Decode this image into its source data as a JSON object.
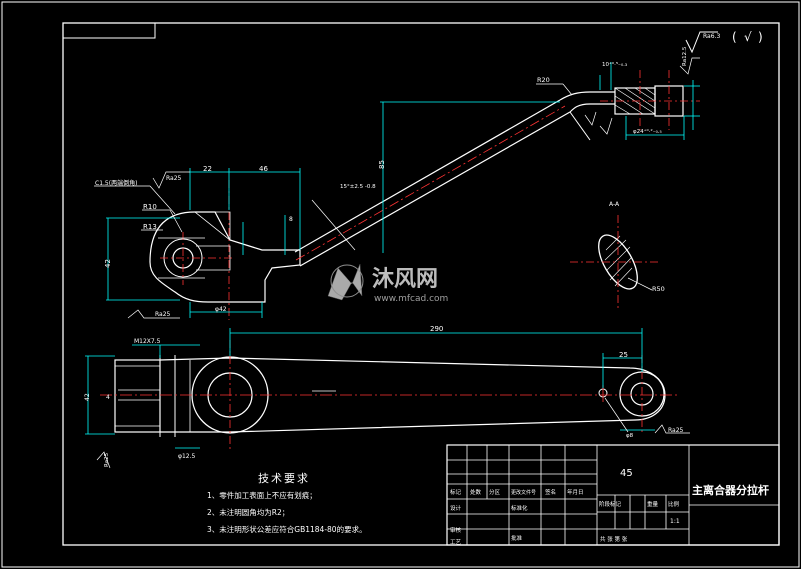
{
  "drawing": {
    "title_block": {
      "material": "45",
      "part_name": "主离合器分拉杆",
      "scale": "1:1",
      "row_labels": [
        "标记",
        "处数",
        "分区",
        "更改文件号",
        "签名",
        "年月日"
      ],
      "design": "设计",
      "standard": "标准化",
      "review": "审核",
      "process": "工艺",
      "approve": "批准",
      "stage_mark": "阶段标记",
      "weight": "重量",
      "ratio": "比例",
      "sheets": "共 张 第 张"
    },
    "tech_req": {
      "title": "技术要求",
      "items": [
        "1、零件加工表面上不应有划痕；",
        "2、未注明圆角均为R2；",
        "3、未注明形状公差应符合GB1184-80的要求。"
      ]
    },
    "roughness": {
      "corner": "Ra6.3",
      "corner_paren_open": "(",
      "corner_check": "√",
      "corner_paren_close": ")",
      "r25": "Ra25",
      "r125": "Ra12.5"
    },
    "dims": {
      "d22": "22",
      "d46": "46",
      "d85": "85",
      "d290": "290",
      "d25": "25",
      "c15": "C1.5(两端倒角)",
      "r10": "R10",
      "r13": "R13",
      "r20": "R20",
      "r50": "R50",
      "phi42": "φ42",
      "dim_42": "42",
      "dim_8": "8",
      "d10_tol": "10⁺⁰·⁵₋₀.₃",
      "d24_tol": "φ24⁺⁰·²₋₀.₅",
      "angle_15": "15°±2.5 -0.8",
      "m12": "M12X7.5",
      "phi12_5": "φ12.5",
      "phi8": "φ8",
      "dim_4": "4",
      "dim_5": "5",
      "a_label": "A-A"
    },
    "watermark": {
      "brand": "沐风网",
      "url": "www.mfcad.com"
    }
  }
}
